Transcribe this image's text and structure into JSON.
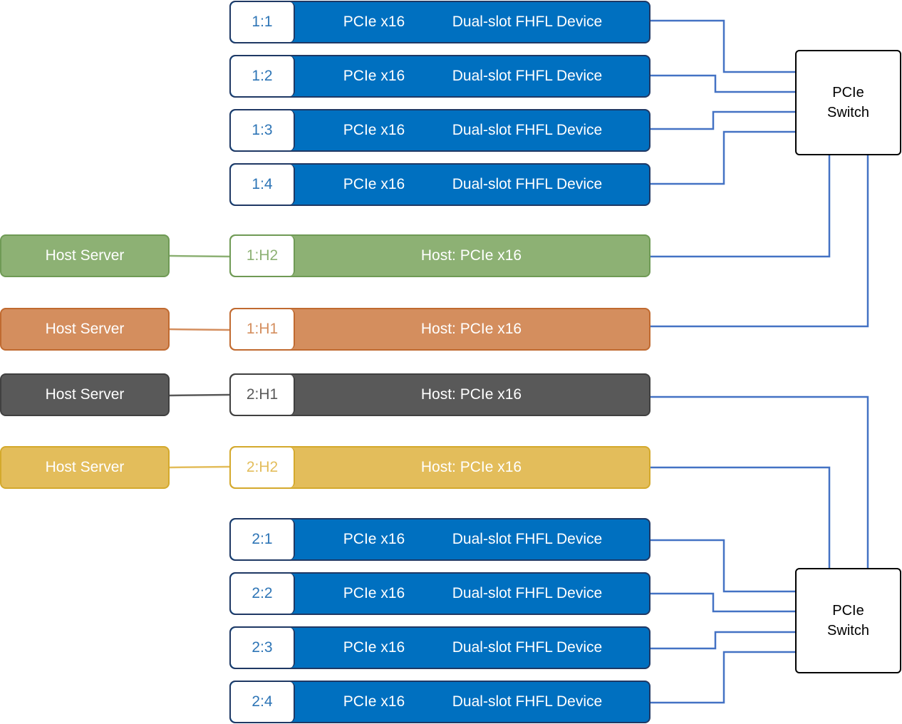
{
  "devices_a": [
    {
      "id": "1:1",
      "bus": "PCIe x16",
      "device": "Dual-slot FHFL Device"
    },
    {
      "id": "1:2",
      "bus": "PCIe x16",
      "device": "Dual-slot FHFL Device"
    },
    {
      "id": "1:3",
      "bus": "PCIe x16",
      "device": "Dual-slot FHFL Device"
    },
    {
      "id": "1:4",
      "bus": "PCIe x16",
      "device": "Dual-slot FHFL Device"
    }
  ],
  "devices_b": [
    {
      "id": "2:1",
      "bus": "PCIe x16",
      "device": "Dual-slot FHFL Device"
    },
    {
      "id": "2:2",
      "bus": "PCIe x16",
      "device": "Dual-slot FHFL Device"
    },
    {
      "id": "2:3",
      "bus": "PCIe x16",
      "device": "Dual-slot FHFL Device"
    },
    {
      "id": "2:4",
      "bus": "PCIe x16",
      "device": "Dual-slot FHFL Device"
    }
  ],
  "hosts": [
    {
      "server": "Host Server",
      "id": "1:H2",
      "link": "Host: PCIe x16",
      "color": "#8db174"
    },
    {
      "server": "Host Server",
      "id": "1:H1",
      "link": "Host: PCIe x16",
      "color": "#d48e5e"
    },
    {
      "server": "Host Server",
      "id": "2:H1",
      "link": "Host: PCIe x16",
      "color": "#595959"
    },
    {
      "server": "Host Server",
      "id": "2:H2",
      "link": "Host: PCIe x16",
      "color": "#e3bd5b"
    }
  ],
  "switches": [
    {
      "line1": "PCIe",
      "line2": "Switch"
    },
    {
      "line1": "PCIe",
      "line2": "Switch"
    }
  ],
  "colors": {
    "device_blue": "#0070c0",
    "wire_blue": "#4472c4",
    "label_blue": "#2e75b6"
  }
}
